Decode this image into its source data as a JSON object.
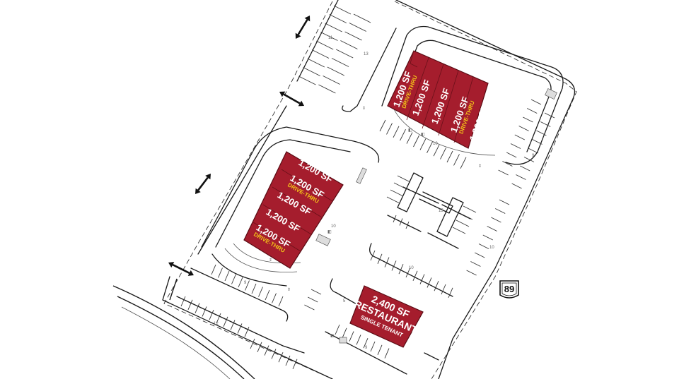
{
  "colors": {
    "building_fill": "#a51d2d",
    "drive_thru_text": "#f5c518",
    "label_text": "#ffffff",
    "linework": "#1a1a1a"
  },
  "buildings": {
    "north_pad": [
      {
        "label": "1,200 SF",
        "tag": "DRIVE-THRU"
      },
      {
        "label": "1,200 SF",
        "tag": ""
      },
      {
        "label": "1,200 SF",
        "tag": ""
      },
      {
        "label": "1,200 SF",
        "tag": "DRIVE-THRU"
      },
      {
        "label": "1,200 SF",
        "tag": ""
      }
    ],
    "west_pad": [
      {
        "label": "1,200 SF",
        "tag": ""
      },
      {
        "label": "1,200 SF",
        "tag": "DRIVE-THRU"
      },
      {
        "label": "1,200 SF",
        "tag": ""
      },
      {
        "label": "1,200 SF",
        "tag": ""
      },
      {
        "label": "1,200 SF",
        "tag": "DRIVE-THRU"
      }
    ],
    "restaurant": {
      "label": "2,400 SF",
      "name": "RESTAURANT",
      "subtitle": "SINGLE TENANT"
    }
  },
  "highway": {
    "route": "89"
  },
  "stall_counts": [
    "11",
    "13",
    "10",
    "9",
    "15",
    "10",
    "10",
    "10",
    "9",
    "12",
    "5",
    "9"
  ],
  "access_arrows": [
    "two-way-access",
    "two-way-access",
    "two-way-access",
    "two-way-access"
  ]
}
